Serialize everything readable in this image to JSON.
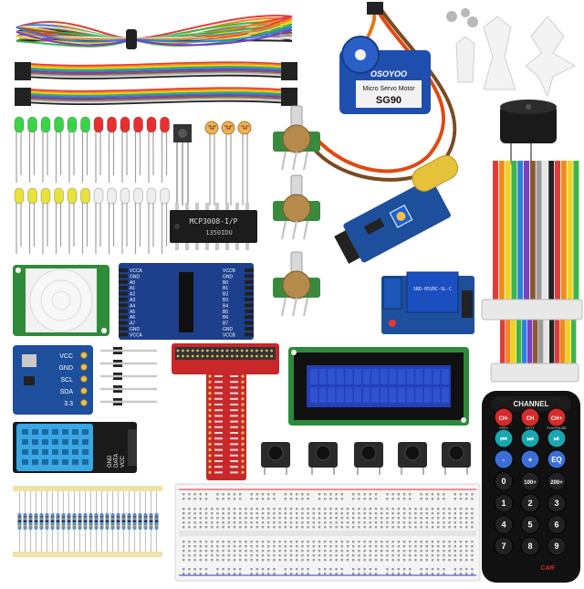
{
  "servo": {
    "brand": "OSOYOO",
    "subtitle": "Micro Servo Motor",
    "model": "SG90"
  },
  "adc_chip": {
    "part": "MCP3008-I/P",
    "code": "1350IDU"
  },
  "level_shifter": {
    "left_labels": [
      "VCCA",
      "GND",
      "A0",
      "A1",
      "A2",
      "A3",
      "A4",
      "A5",
      "A6",
      "A7",
      "GND",
      "VCCA"
    ],
    "right_labels": [
      "VCCB",
      "GND",
      "B0",
      "B1",
      "B2",
      "B3",
      "B4",
      "B5",
      "B6",
      "B7",
      "GND",
      "VCCB"
    ]
  },
  "bmp_module": {
    "pins": [
      "VCC",
      "GND",
      "SCL",
      "SDA",
      "3.3"
    ]
  },
  "dht_module": {
    "pins": [
      "GND",
      "DATA",
      "VCC"
    ]
  },
  "remote": {
    "header": "CHANNEL",
    "row1": [
      "CH-",
      "CH",
      "CH+"
    ],
    "row2_captions": [
      "PREV",
      "NEXT",
      "PLAY/PAUSE"
    ],
    "row3": [
      "-",
      "+",
      "EQ"
    ],
    "row4": [
      "0",
      "100+",
      "200+"
    ],
    "digits": [
      "1",
      "2",
      "3",
      "4",
      "5",
      "6",
      "7",
      "8",
      "9"
    ],
    "logo": "CAR"
  },
  "colors": {
    "servo_blue": "#1f4fae",
    "pcb_blue": "#1d4f9c",
    "pcb_red": "#c8282a",
    "pcb_green": "#3a8a3e",
    "lcd_screen": "#2440b8",
    "remote_red": "#d42b2b",
    "remote_teal": "#1aa6b0",
    "remote_blue": "#3a6fd8",
    "remote_dark": "#222222"
  }
}
